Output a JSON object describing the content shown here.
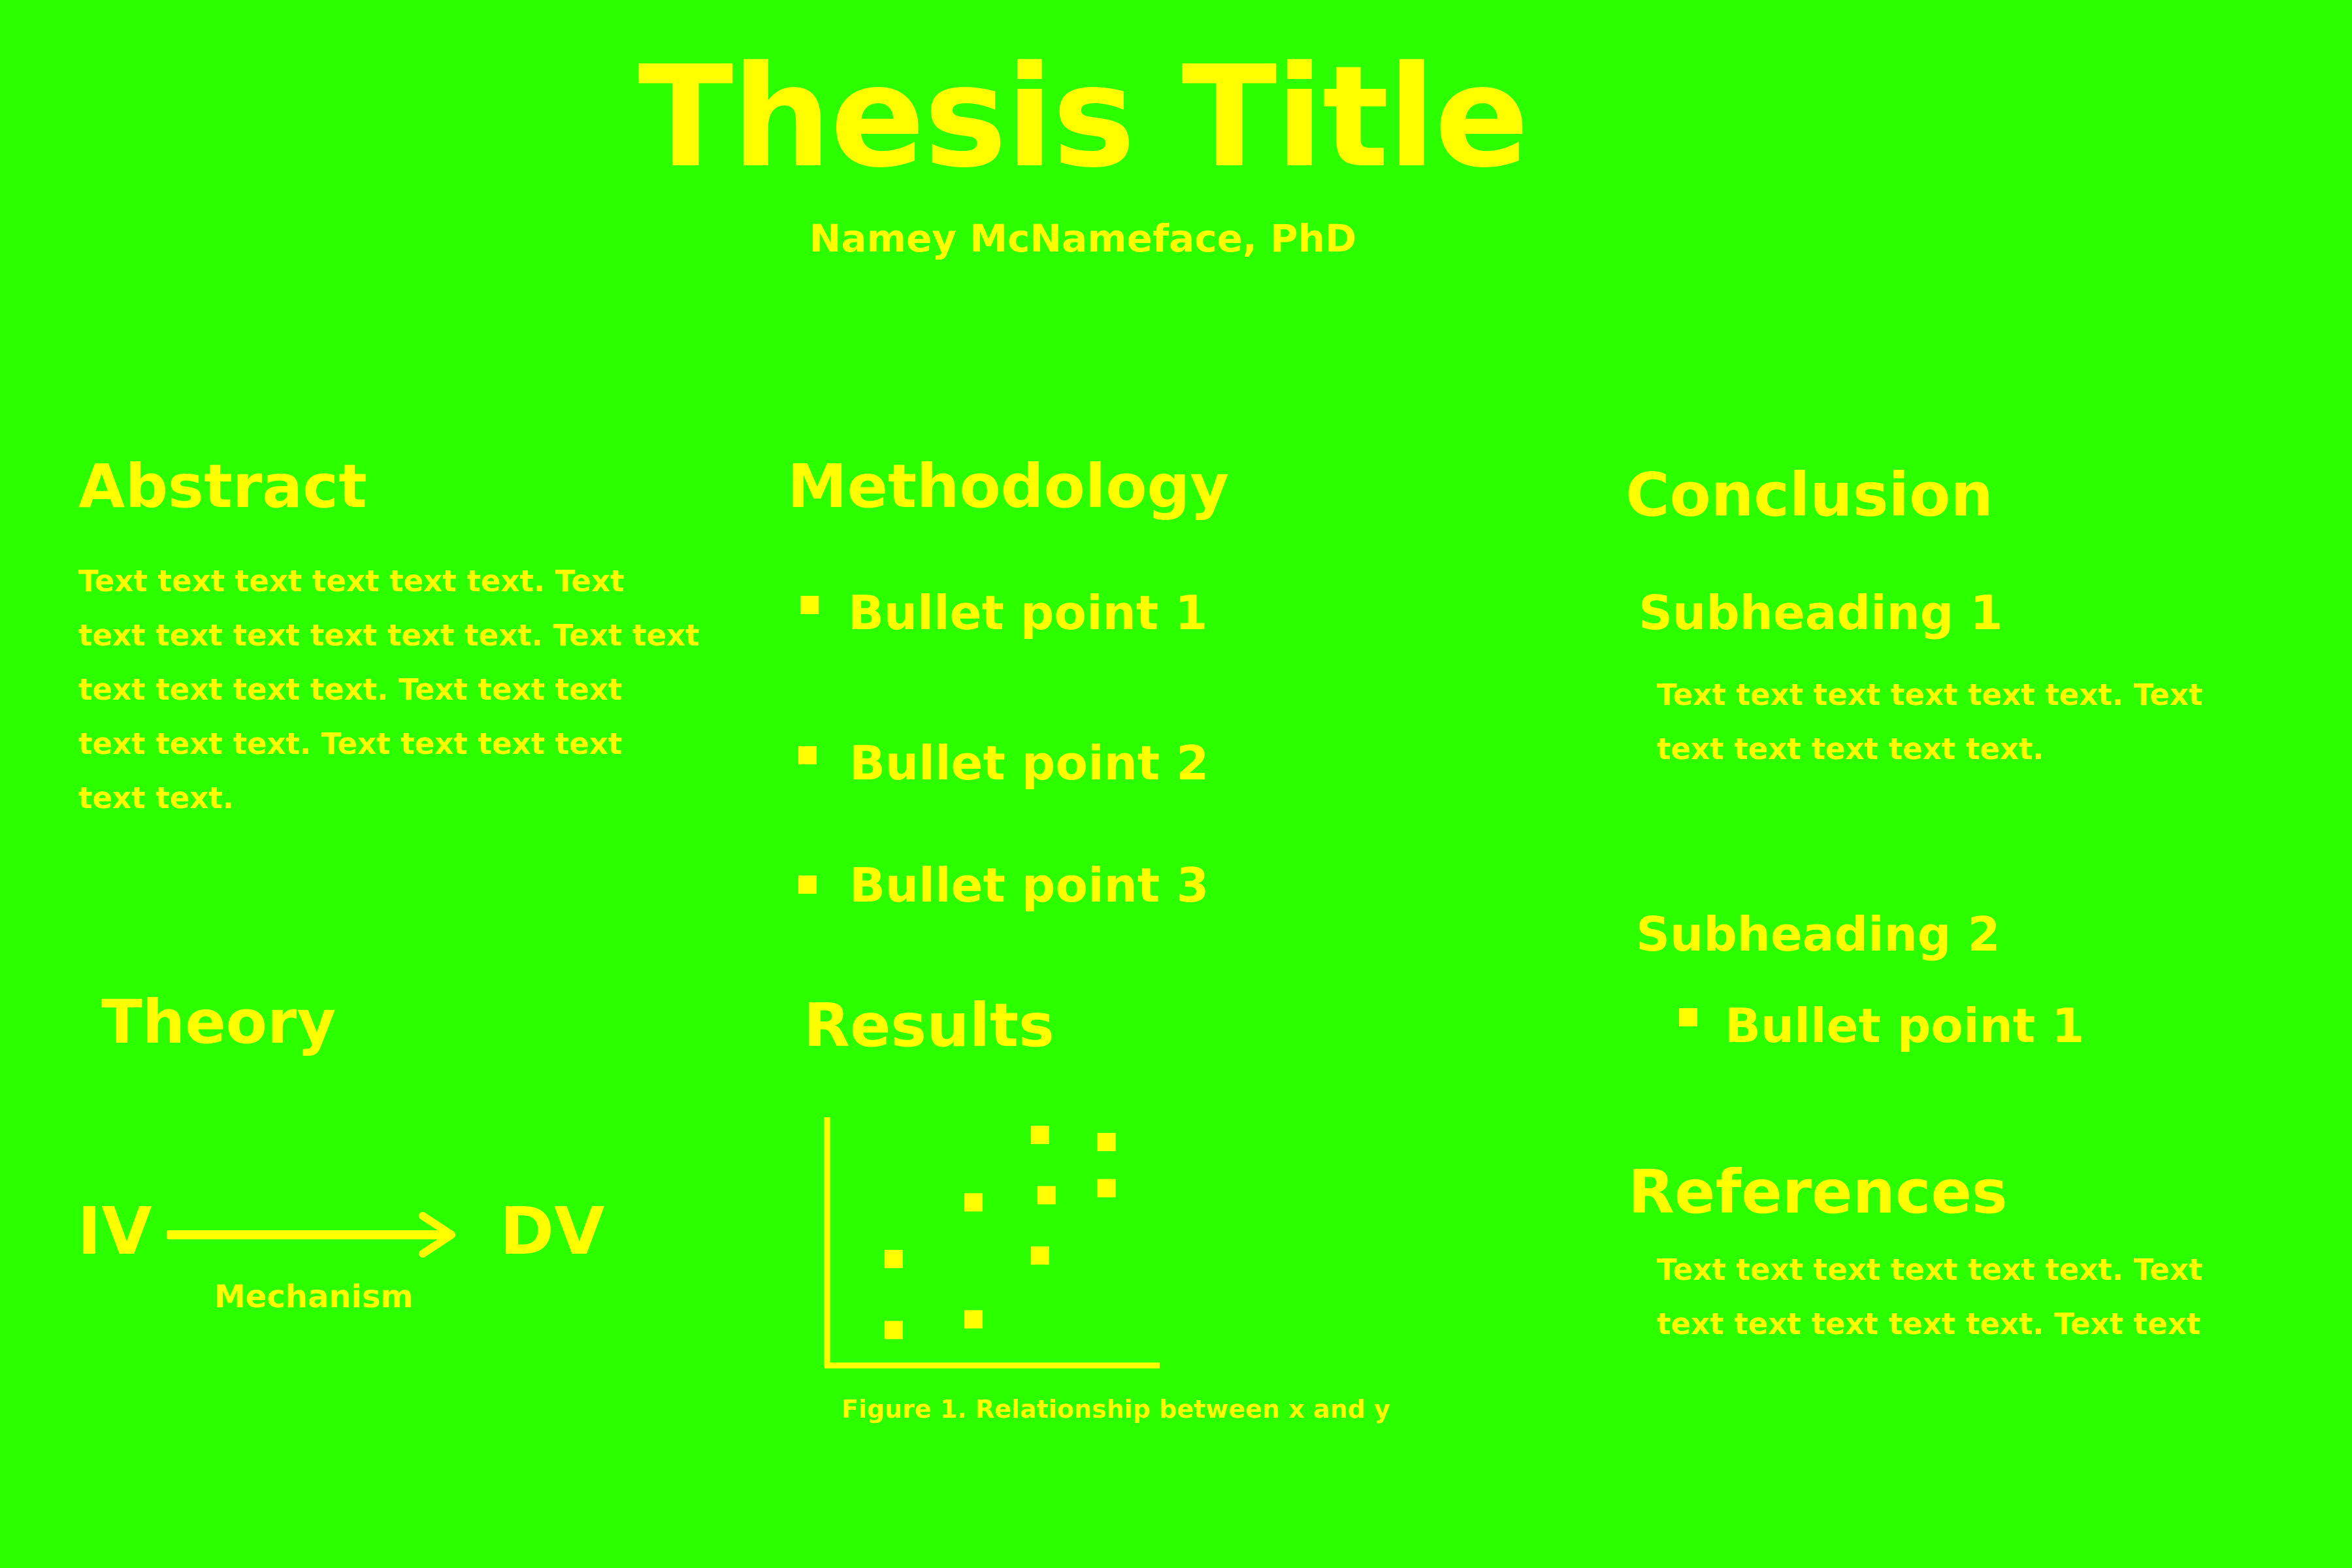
{
  "header": {
    "title": "Thesis Title",
    "author": "Namey McNameface, PhD"
  },
  "abstract": {
    "heading": "Abstract",
    "lines": [
      "Text text text text text text. Text",
      "text text text text text text. Text text",
      "text text text text. Text text text",
      "text text text. Text text text text",
      "text text."
    ]
  },
  "theory": {
    "heading": "Theory",
    "iv": "IV",
    "dv": "DV",
    "mechanism": "Mechanism"
  },
  "methodology": {
    "heading": "Methodology",
    "bullets": [
      "Bullet point 1",
      "Bullet point 2",
      "Bullet point 3"
    ]
  },
  "results": {
    "heading": "Results",
    "caption": "Figure 1. Relationship between x and y"
  },
  "chart_data": {
    "type": "scatter",
    "points": [
      {
        "x": 1,
        "y": 1
      },
      {
        "x": 1,
        "y": 3
      },
      {
        "x": 2.2,
        "y": 1.3
      },
      {
        "x": 2.2,
        "y": 4.6
      },
      {
        "x": 3.2,
        "y": 3.1
      },
      {
        "x": 3.3,
        "y": 4.8
      },
      {
        "x": 3.2,
        "y": 6.5
      },
      {
        "x": 4.2,
        "y": 5.0
      },
      {
        "x": 4.2,
        "y": 6.3
      }
    ],
    "xlim": [
      0,
      5
    ],
    "ylim": [
      0,
      7
    ],
    "grid": false,
    "tick_labels": false,
    "color": "#ffff00"
  },
  "conclusion": {
    "heading": "Conclusion",
    "sub1": {
      "heading": "Subheading 1",
      "lines": [
        "Text text text text text text. Text",
        "text text text text text."
      ]
    },
    "sub2": {
      "heading": "Subheading 2",
      "bullets": [
        "Bullet point 1"
      ]
    }
  },
  "references": {
    "heading": "References",
    "lines": [
      "Text text text text text text. Text",
      "text text text text text. Text text"
    ]
  },
  "colors": {
    "background": "#2cff00",
    "text": "#ffff00"
  }
}
